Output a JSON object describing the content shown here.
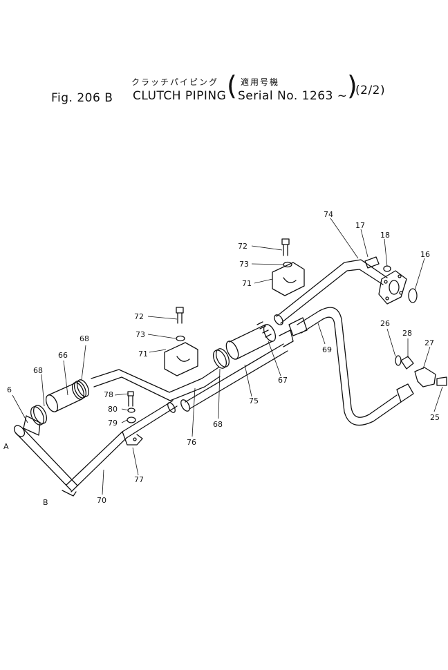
{
  "header": {
    "jp_title": "クラッチパイピング",
    "jp_applicable": "適用号機",
    "fig_label": "Fig. 206 B",
    "title": "CLUTCH PIPING",
    "serial_open": "(",
    "serial": "Serial No. 1263 ~",
    "serial_close": ")",
    "page": "(2/2)"
  },
  "callouts": {
    "c6": "6",
    "cA": "A",
    "cB": "B",
    "c68a": "68",
    "c66": "66",
    "c68b": "68",
    "c68c": "68",
    "c70": "70",
    "c77": "77",
    "c78": "78",
    "c80": "80",
    "c79": "79",
    "c72a": "72",
    "c73a": "73",
    "c71a": "71",
    "c76": "76",
    "c72b": "72",
    "c73b": "73",
    "c71b": "71",
    "c74": "74",
    "c67": "67",
    "c75": "75",
    "c69": "69",
    "c17": "17",
    "c18": "18",
    "c16": "16",
    "c26": "26",
    "c28": "28",
    "c27": "27",
    "c25": "25"
  }
}
